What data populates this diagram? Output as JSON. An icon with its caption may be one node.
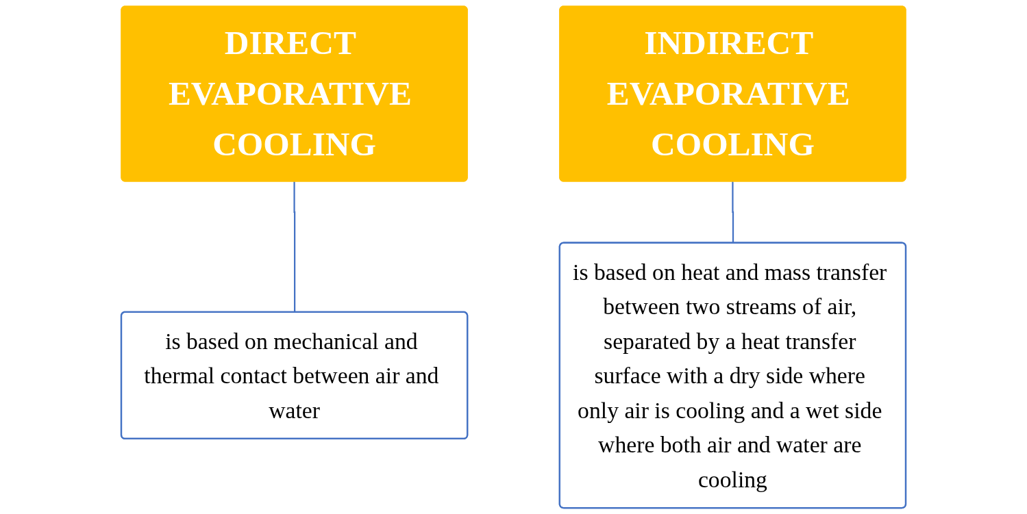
{
  "diagram": {
    "nodes": [
      {
        "text": [
          "DIRECT EVAPORATIVE COOLING"
        ]
      },
      {
        "text": [
          "is based on mechanical and thermal contact between air and water"
        ]
      },
      {
        "text": [
          "INDIRECT EVAPORATIVE COOLING"
        ]
      },
      {
        "text": [
          "is based on heat and mass transfer between two streams of air, separated by a heat transfer surface with a dry side where only air is cooling and a wet side where both air and water are cooling"
        ]
      }
    ],
    "edges": [
      {
        "from": 0,
        "to": 1,
        "arrow": "none"
      },
      {
        "from": 2,
        "to": 3,
        "arrow": "none"
      }
    ]
  }
}
